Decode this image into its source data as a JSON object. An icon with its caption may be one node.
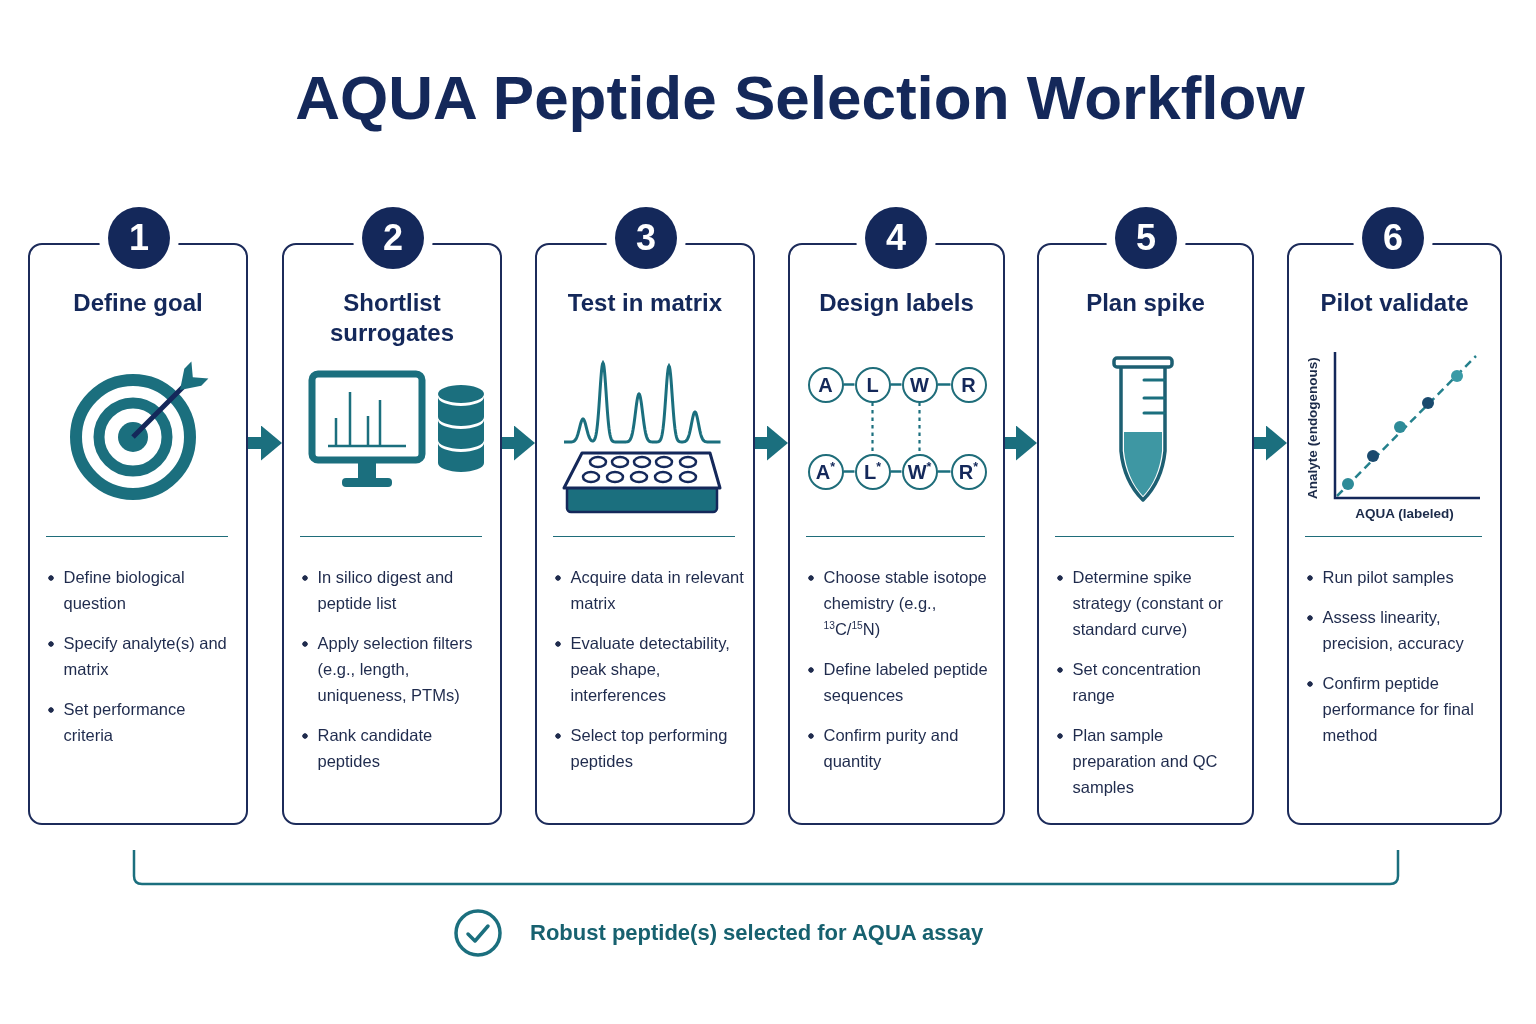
{
  "diagram": {
    "title": "AQUA Peptide Selection Workflow",
    "nodes": [
      {
        "text": [
          "1"
        ]
      },
      {
        "text": [
          "Define goal",
          "Define biological question",
          "Specify analyte(s) and matrix",
          "Set performance criteria"
        ]
      },
      {
        "text": [
          "2"
        ]
      },
      {
        "text": [
          "Shortlist surrogates",
          "In silico digest and peptide list",
          "Apply selection filters (e.g., length, uniqueness, PTMs)",
          "Rank candidate peptides"
        ]
      },
      {
        "text": [
          "3"
        ]
      },
      {
        "text": [
          "Test in matrix",
          "Acquire data in relevant matrix",
          "Evaluate detectability, peak shape, interferences",
          "Select top performing peptides"
        ]
      },
      {
        "text": [
          "4"
        ]
      },
      {
        "text": [
          "Design labels",
          "Choose stable isotope chemistry (e.g., $^{13}$C/$^{15}$N)",
          "Define labeled peptide sequences",
          "Confirm purity and quantity"
        ]
      },
      {
        "text": [
          "A"
        ],
        "in": 7
      },
      {
        "text": [
          "L"
        ],
        "in": 7
      },
      {
        "text": [
          "W"
        ],
        "in": 7
      },
      {
        "text": [
          "R"
        ],
        "in": 7
      },
      {
        "text": [
          "A$^{*}$"
        ],
        "in": 7
      },
      {
        "text": [
          "L$^{*}$"
        ],
        "in": 7
      },
      {
        "text": [
          "W$^{*}$"
        ],
        "in": 7
      },
      {
        "text": [
          "R$^{*}$"
        ],
        "in": 7
      },
      {
        "text": [
          "5"
        ]
      },
      {
        "text": [
          "Plan spike",
          "Determine spike strategy (constant or standard curve)",
          "Set concentration range",
          "Plan sample preparation and QC samples"
        ]
      },
      {
        "text": [
          "6"
        ]
      },
      {
        "text": [
          "Pilot validate",
          "Analyte (endogenous)",
          "AQUA (labeled)",
          "Run pilot samples",
          "Assess linearity, precision, accuracy",
          "Confirm peptide performance for final method"
        ]
      }
    ],
    "edges": [
      {
        "from": 1,
        "to": 3,
        "arrow": "to",
        "style": "thick"
      },
      {
        "from": 3,
        "to": 5,
        "arrow": "to",
        "style": "thick"
      },
      {
        "from": 5,
        "to": 7,
        "arrow": "to",
        "style": "thick"
      },
      {
        "from": 7,
        "to": 17,
        "arrow": "to",
        "style": "thick"
      },
      {
        "from": 17,
        "to": 19,
        "arrow": "to",
        "style": "thick"
      },
      {
        "from": 8,
        "to": 9,
        "arrow": "none"
      },
      {
        "from": 9,
        "to": 10,
        "arrow": "none"
      },
      {
        "from": 10,
        "to": 11,
        "arrow": "none"
      },
      {
        "from": 12,
        "to": 13,
        "arrow": "none"
      },
      {
        "from": 13,
        "to": 14,
        "arrow": "none"
      },
      {
        "from": 14,
        "to": 15,
        "arrow": "none"
      },
      {
        "from": 9,
        "to": 13,
        "arrow": "none",
        "style": "dashed"
      },
      {
        "from": 10,
        "to": 14,
        "arrow": "none",
        "style": "dashed"
      }
    ],
    "labels": [
      "Robust peptide(s) selected for AQUA assay"
    ]
  }
}
